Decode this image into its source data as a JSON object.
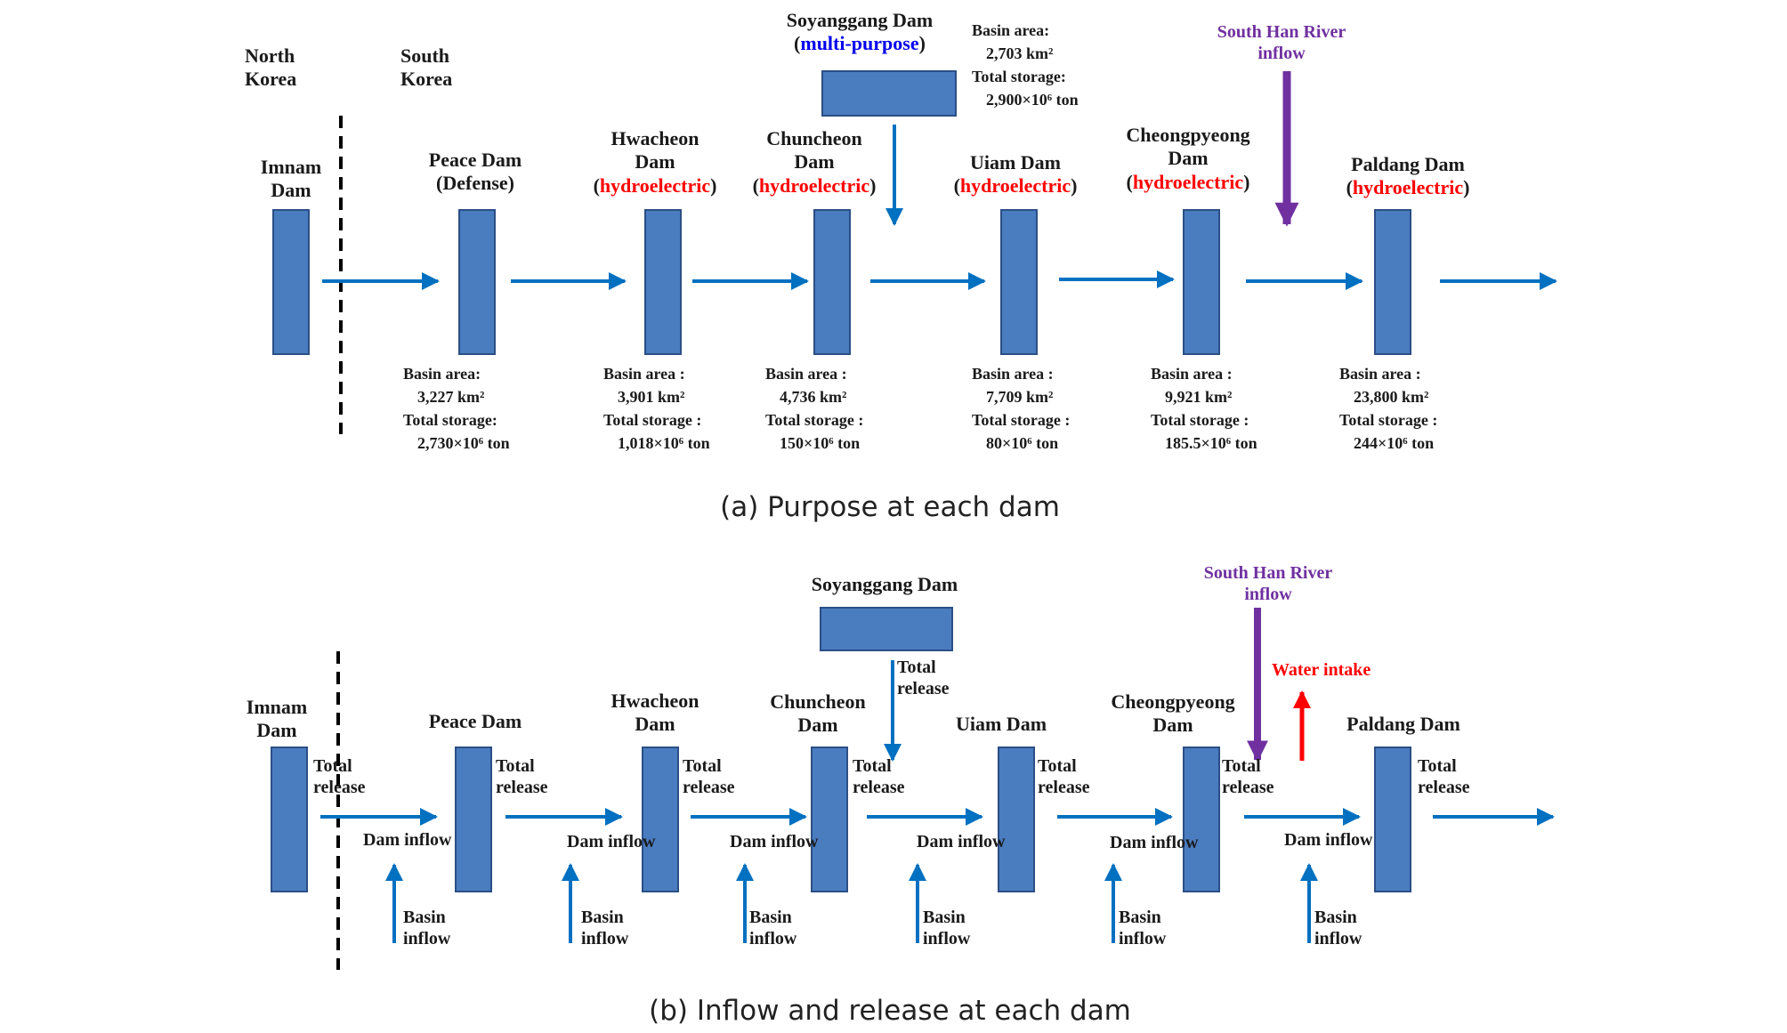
{
  "colors": {
    "dam_fill": "#4a7cc0",
    "dam_stroke": "#2b4f85",
    "flow_arrow": "#0070c0",
    "south_han_arrow": "#7030a0",
    "water_intake_arrow": "#ff0000",
    "hydroelectric_text": "#ff0000",
    "multi_purpose_text": "#0000ee",
    "south_han_text": "#7030a0"
  },
  "panel_a": {
    "caption": "(a) Purpose at each dam",
    "border_labels": {
      "north_korea": [
        "North",
        "Korea"
      ],
      "south_korea": [
        "South",
        "Korea"
      ]
    },
    "dams": {
      "imnam": {
        "name": [
          "Imnam",
          "Dam"
        ]
      },
      "peace": {
        "name": "Peace Dam",
        "purpose": "(Defense)",
        "basin_area_label": "Basin area:",
        "basin_area": "3,227 km²",
        "storage_label": "Total storage:",
        "storage": "2,730×10⁶ ton"
      },
      "hwacheon": {
        "name": [
          "Hwacheon",
          "Dam"
        ],
        "purpose": "hydroelectric",
        "basin_area_label": "Basin area :",
        "basin_area": "3,901 km²",
        "storage_label": "Total  storage :",
        "storage": "1,018×10⁶ ton"
      },
      "chuncheon": {
        "name": [
          "Chuncheon",
          "Dam"
        ],
        "purpose": "hydroelectric",
        "basin_area_label": "Basin area :",
        "basin_area": "4,736 km²",
        "storage_label": "Total  storage :",
        "storage": "150×10⁶ ton"
      },
      "soyanggang": {
        "name": "Soyanggang Dam",
        "purpose": "multi-purpose",
        "basin_area_label": "Basin area:",
        "basin_area": "2,703 km²",
        "storage_label": "Total  storage:",
        "storage": "2,900×10⁶ ton"
      },
      "uiam": {
        "name": "Uiam  Dam",
        "purpose": "hydroelectric",
        "basin_area_label": "Basin area :",
        "basin_area": "7,709 km²",
        "storage_label": "Total  storage :",
        "storage": "80×10⁶ ton"
      },
      "cheongpyeong": {
        "name": [
          "Cheongpyeong",
          "Dam"
        ],
        "purpose": "hydroelectric",
        "basin_area_label": "Basin area :",
        "basin_area": "9,921 km²",
        "storage_label": "Total  storage :",
        "storage": "185.5×10⁶ ton"
      },
      "paldang": {
        "name": "Paldang  Dam",
        "purpose": "hydroelectric",
        "basin_area_label": "Basin area :",
        "basin_area": "23,800 km²",
        "storage_label": "Total  storage :",
        "storage": "244×10⁶ ton"
      }
    },
    "south_han": [
      "South Han River",
      "inflow"
    ]
  },
  "panel_b": {
    "caption": "(b) Inflow and release at each dam",
    "dams": {
      "imnam": [
        "Imnam",
        "Dam"
      ],
      "peace": "Peace Dam",
      "hwacheon": [
        "Hwacheon",
        "Dam"
      ],
      "chuncheon": [
        "Chuncheon",
        "Dam"
      ],
      "soyanggang": "Soyanggang Dam",
      "uiam": "Uiam  Dam",
      "cheongpyeong": [
        "Cheongpyeong",
        "Dam"
      ],
      "paldang": "Paldang  Dam"
    },
    "flow_labels": {
      "total_release": [
        "Total",
        "release"
      ],
      "dam_inflow": "Dam inflow",
      "basin_inflow": [
        "Basin",
        "inflow"
      ]
    },
    "south_han": [
      "South Han River",
      "inflow"
    ],
    "water_intake": "Water intake"
  }
}
